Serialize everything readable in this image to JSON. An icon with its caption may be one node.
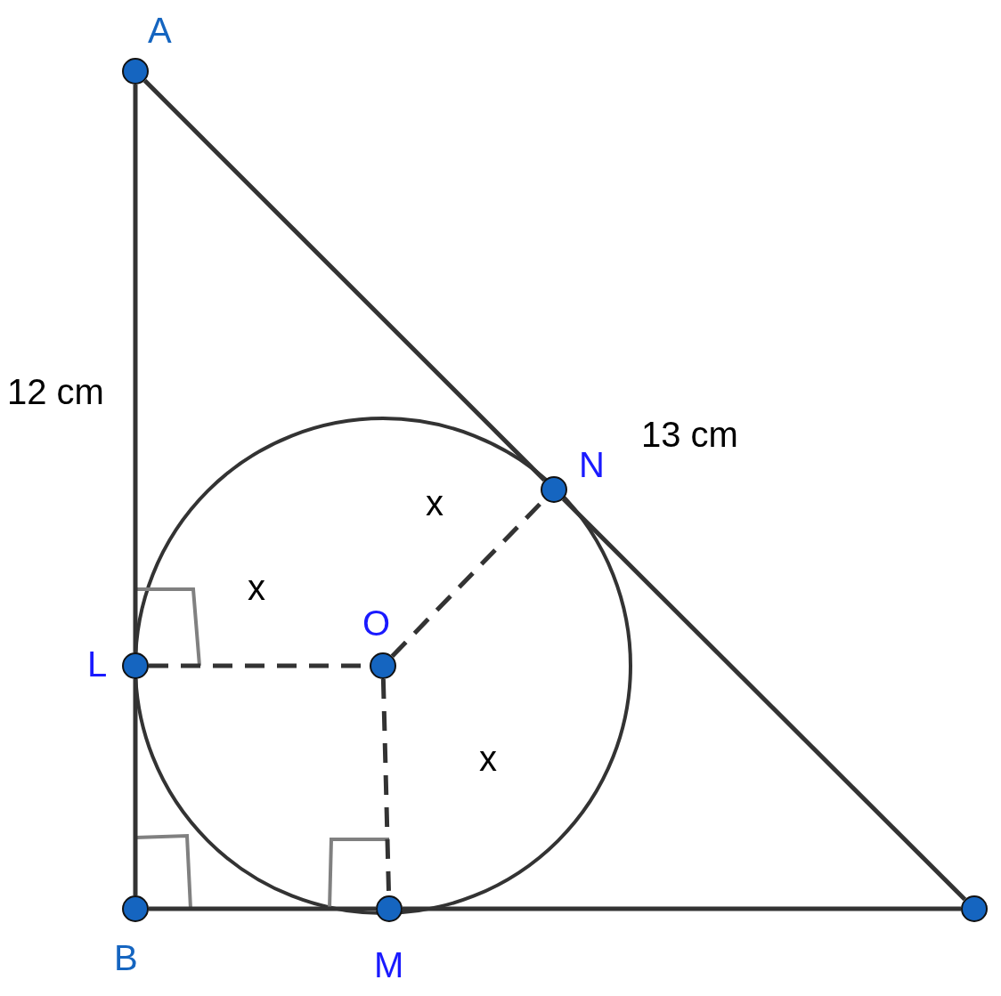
{
  "diagram": {
    "nodes": [
      {
        "text": [
          "A"
        ]
      },
      {
        "text": [
          "B"
        ]
      },
      {
        "text": [],
        "shape": "circle"
      },
      {
        "text": [
          "L"
        ]
      },
      {
        "text": [
          "M"
        ]
      },
      {
        "text": [
          "N"
        ]
      },
      {
        "text": [
          "O"
        ]
      }
    ],
    "edges": [
      {
        "from": 0,
        "to": 3,
        "arrow": "none"
      },
      {
        "from": 3,
        "to": 1,
        "arrow": "none"
      },
      {
        "from": 1,
        "to": 4,
        "arrow": "none"
      },
      {
        "from": 4,
        "to": 2,
        "arrow": "none"
      },
      {
        "from": 0,
        "to": 5,
        "arrow": "none"
      },
      {
        "from": 5,
        "to": 2,
        "arrow": "none"
      },
      {
        "from": 3,
        "to": 6,
        "arrow": "none",
        "style": "dashed"
      },
      {
        "from": 6,
        "to": 4,
        "arrow": "none",
        "style": "dashed"
      },
      {
        "from": 6,
        "to": 5,
        "arrow": "none",
        "style": "dashed"
      }
    ],
    "labels": [
      "12 cm",
      "13 cm",
      "x",
      "x",
      "x"
    ]
  }
}
